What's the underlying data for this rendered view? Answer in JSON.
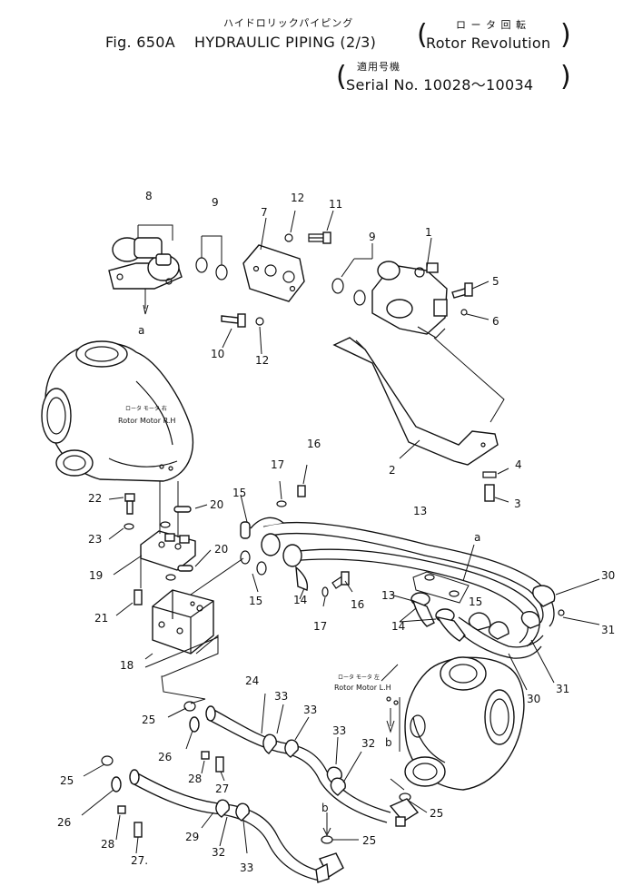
{
  "header": {
    "title_jp": "ハイドロリックパイピング",
    "fig_label": "Fig. 650A",
    "title_en": "HYDRAULIC PIPING (2/3)",
    "rotor_jp": "ロ ー タ 回 転",
    "rotor_en": "Rotor Revolution",
    "serial_jp": "適用号機",
    "serial_en": "Serial No. 10028～10034"
  },
  "labels": {
    "motor_rh_jp": "ロータ モータ 右",
    "motor_rh_en": "Rotor Motor R.H",
    "motor_lh_jp": "ロータ モータ 左",
    "motor_lh_en": "Rotor Motor L.H"
  },
  "callouts": {
    "c1": "1",
    "c2": "2",
    "c3": "3",
    "c4": "4",
    "c5": "5",
    "c6": "6",
    "c7": "7",
    "c8": "8",
    "c9a": "9",
    "c9b": "9",
    "c10": "10",
    "c11": "11",
    "c12a": "12",
    "c12b": "12",
    "c13a": "13",
    "c13b": "13",
    "c14a": "14",
    "c14b": "14",
    "c15a": "15",
    "c15b": "15",
    "c15c": "15",
    "c16a": "16",
    "c16b": "16",
    "c17a": "17",
    "c17b": "17",
    "c18": "18",
    "c19": "19",
    "c20a": "20",
    "c20b": "20",
    "c21": "21",
    "c22": "22",
    "c23": "23",
    "c24": "24",
    "c25a": "25",
    "c25b": "25",
    "c25c": "25",
    "c25d": "25",
    "c26a": "26",
    "c26b": "26",
    "c27a": "27",
    "c27b": "27.",
    "c28a": "28",
    "c28b": "28",
    "c29": "29",
    "c30a": "30",
    "c30b": "30",
    "c31a": "31",
    "c31b": "31",
    "c32a": "32",
    "c32b": "32",
    "c33a": "33",
    "c33b": "33",
    "c33c": "33",
    "c33d": "33",
    "ref_a1": "a",
    "ref_a2": "a",
    "ref_b1": "b",
    "ref_b2": "b"
  }
}
